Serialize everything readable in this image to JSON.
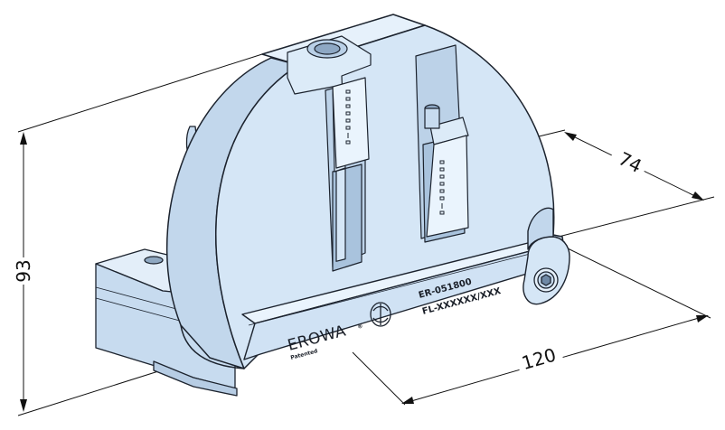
{
  "dimensions": {
    "height": "93",
    "depth": "74",
    "width": "120"
  },
  "marking": {
    "brand": "EROWA",
    "registered": "®",
    "patented": "Patented",
    "part_number": "ER-051800",
    "serial": "FL-XXXXXX/XXX"
  },
  "colors": {
    "body": "#d5e6f6",
    "body_dark": "#b7cde4",
    "body_light": "#e9f3fc",
    "outline": "#1c232e",
    "dimension_line": "#111111"
  },
  "icons": [
    "erowa-logo-icon",
    "hex-socket-screw-icon"
  ]
}
